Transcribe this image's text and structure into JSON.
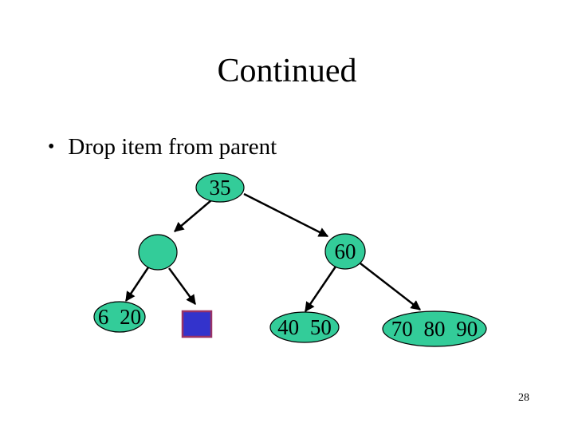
{
  "slide": {
    "title": "Continued",
    "bullet": {
      "marker": "•",
      "text": "Drop item from parent"
    },
    "page_number": "28"
  },
  "colors": {
    "background": "#FFFFFF",
    "node_fill": "#33CC99",
    "node_stroke": "#000000",
    "square_fill": "#3333CC",
    "square_stroke": "#993366",
    "arrow": "#000000",
    "text": "#000000"
  },
  "tree": {
    "description": "B-tree after dropping item from parent",
    "nodes": [
      {
        "id": "root",
        "shape": "ellipse",
        "label": "35"
      },
      {
        "id": "left-child",
        "shape": "ellipse",
        "label": ""
      },
      {
        "id": "right-child",
        "shape": "ellipse",
        "label": "60"
      },
      {
        "id": "leaf-6-20",
        "shape": "ellipse",
        "label": "6 20"
      },
      {
        "id": "leaf-square",
        "shape": "square",
        "label": ""
      },
      {
        "id": "leaf-40-50",
        "shape": "ellipse",
        "label": "40 50"
      },
      {
        "id": "leaf-70-80-90",
        "shape": "ellipse",
        "label": "70 80 90"
      }
    ],
    "edges": [
      {
        "from": "root",
        "to": "left-child"
      },
      {
        "from": "root",
        "to": "right-child"
      },
      {
        "from": "left-child",
        "to": "leaf-6-20"
      },
      {
        "from": "left-child",
        "to": "leaf-square"
      },
      {
        "from": "right-child",
        "to": "leaf-40-50"
      },
      {
        "from": "right-child",
        "to": "leaf-70-80-90"
      }
    ]
  }
}
